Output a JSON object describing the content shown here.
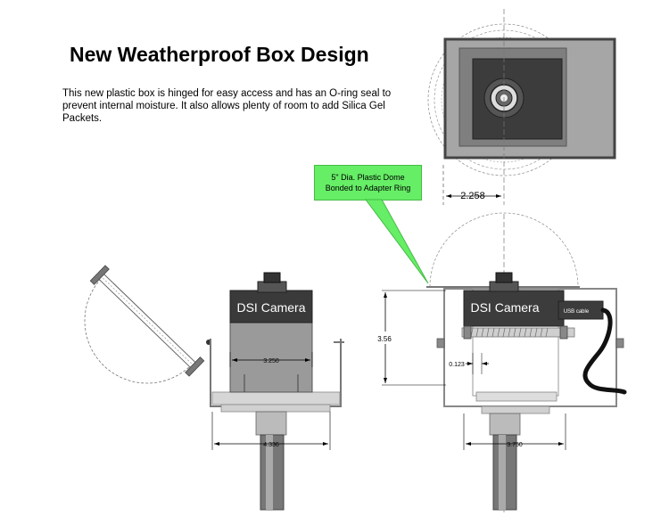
{
  "title": "New Weatherproof Box Design",
  "description": "This new plastic box is hinged for easy access and has an O-ring seal to prevent internal moisture.  It also allows plenty of room to add Silica Gel Packets.",
  "callout": {
    "line1": "5\" Dia. Plastic Dome",
    "line2": "Bonded to Adapter Ring"
  },
  "dimensions": {
    "offset": "2.258",
    "height": "3.56",
    "inner_width_mid": "3.250",
    "outer_width_mid": "4.336",
    "small_gap": "0.123",
    "outer_width_right": "3.750"
  },
  "camera_label_mid": "DSI Camera",
  "camera_label_right": "DSI Camera",
  "cable_label": "USB cable",
  "colors": {
    "callout_fill": "#66ee66",
    "camera_top": "#3a3a3a",
    "camera_body": "#9a9a9a"
  }
}
